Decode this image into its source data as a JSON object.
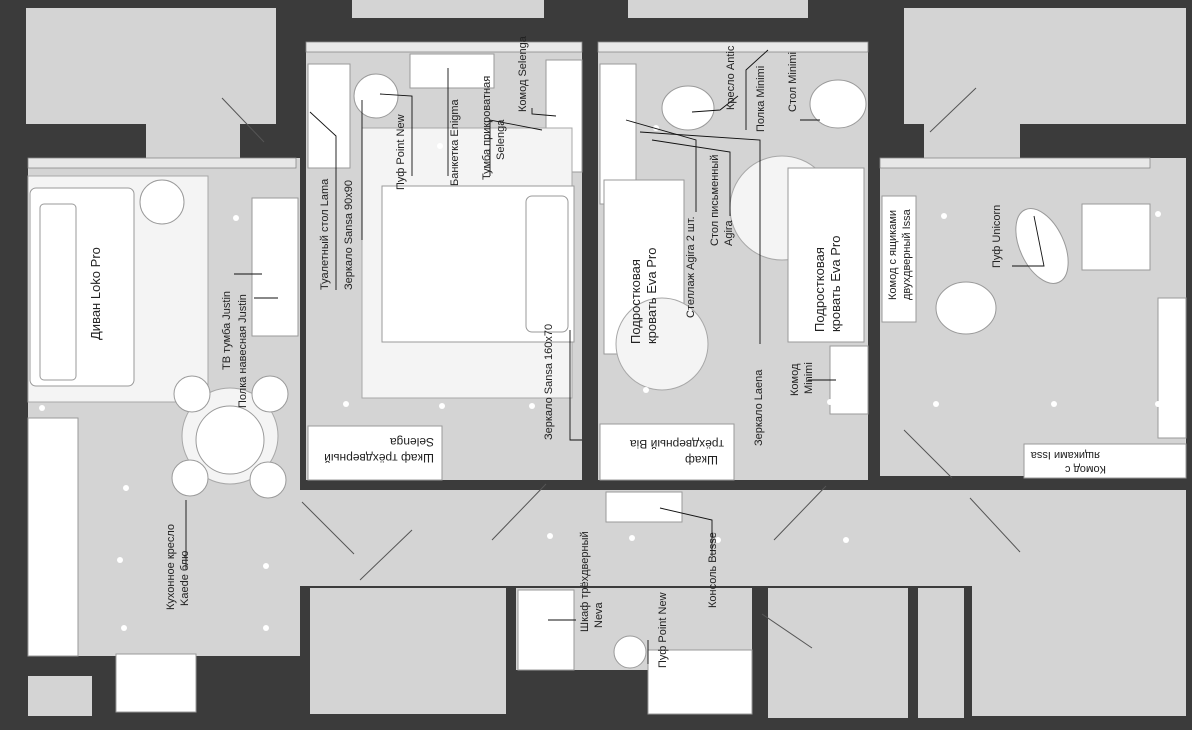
{
  "labels": {
    "sofa": "Диван Loko Pro",
    "tv_stand": "ТВ тумба Justin",
    "wall_shelf": "Полка навесная Justin",
    "kitchen_chair": "Кухонное кресло",
    "kitchen_chair_brand": "Kaede блю",
    "dressing_table": "Туалетный стол Lama",
    "mirror_sansa_90": "Зеркало Sansa 90х90",
    "pouf_point_new": "Пуф Point New",
    "bench_enigma": "Банкетка Enigma",
    "bedside_selenga": "Тумба прикроватная",
    "bedside_selenga_brand": "Selenga",
    "dresser_selenga": "Комод Selenga",
    "mirror_sansa_160": "Зеркало Sansa 160х70",
    "wardrobe_selenga": "Шкаф трёхдверный",
    "wardrobe_selenga_brand": "Selenga",
    "chair_antic": "Кресло Antic",
    "shelf_minimi": "Полка Minimi",
    "desk_minimi": "Стол Minimi",
    "rack_agira": "Стеллаж Agira 2 шт.",
    "desk_agira": "Стол письменный",
    "desk_agira_brand": "Agira",
    "teen_bed_1": "Подростковая",
    "teen_bed_1b": "кровать Eva Pro",
    "teen_bed_2": "Подростковая",
    "teen_bed_2b": "кровать Eva Pro",
    "dresser_minimi": "Комод",
    "dresser_minimi_brand": "Minimi",
    "mirror_laena": "Зеркало Laena",
    "wardrobe_bia": "Шкаф",
    "wardrobe_bia_brand": "трёхдверный Bia",
    "dresser_issa_v": "Комод с ящиками",
    "dresser_issa_v_brand": "двухдверный Issa",
    "pouf_unicorn": "Пуф Unicorn",
    "dresser_issa_h": "Комод с",
    "dresser_issa_h_brand": "ящиками Issa",
    "wardrobe_neva": "Шкаф трёхдверный",
    "wardrobe_neva_brand": "Neva",
    "console_busse": "Консоль Busse",
    "pouf_point_new_hall": "Пуф Point New"
  },
  "colors": {
    "wall": "#3b3b3b",
    "floor": "#d4d4d4",
    "furniture": "#ffffff",
    "leader": "#111111"
  }
}
